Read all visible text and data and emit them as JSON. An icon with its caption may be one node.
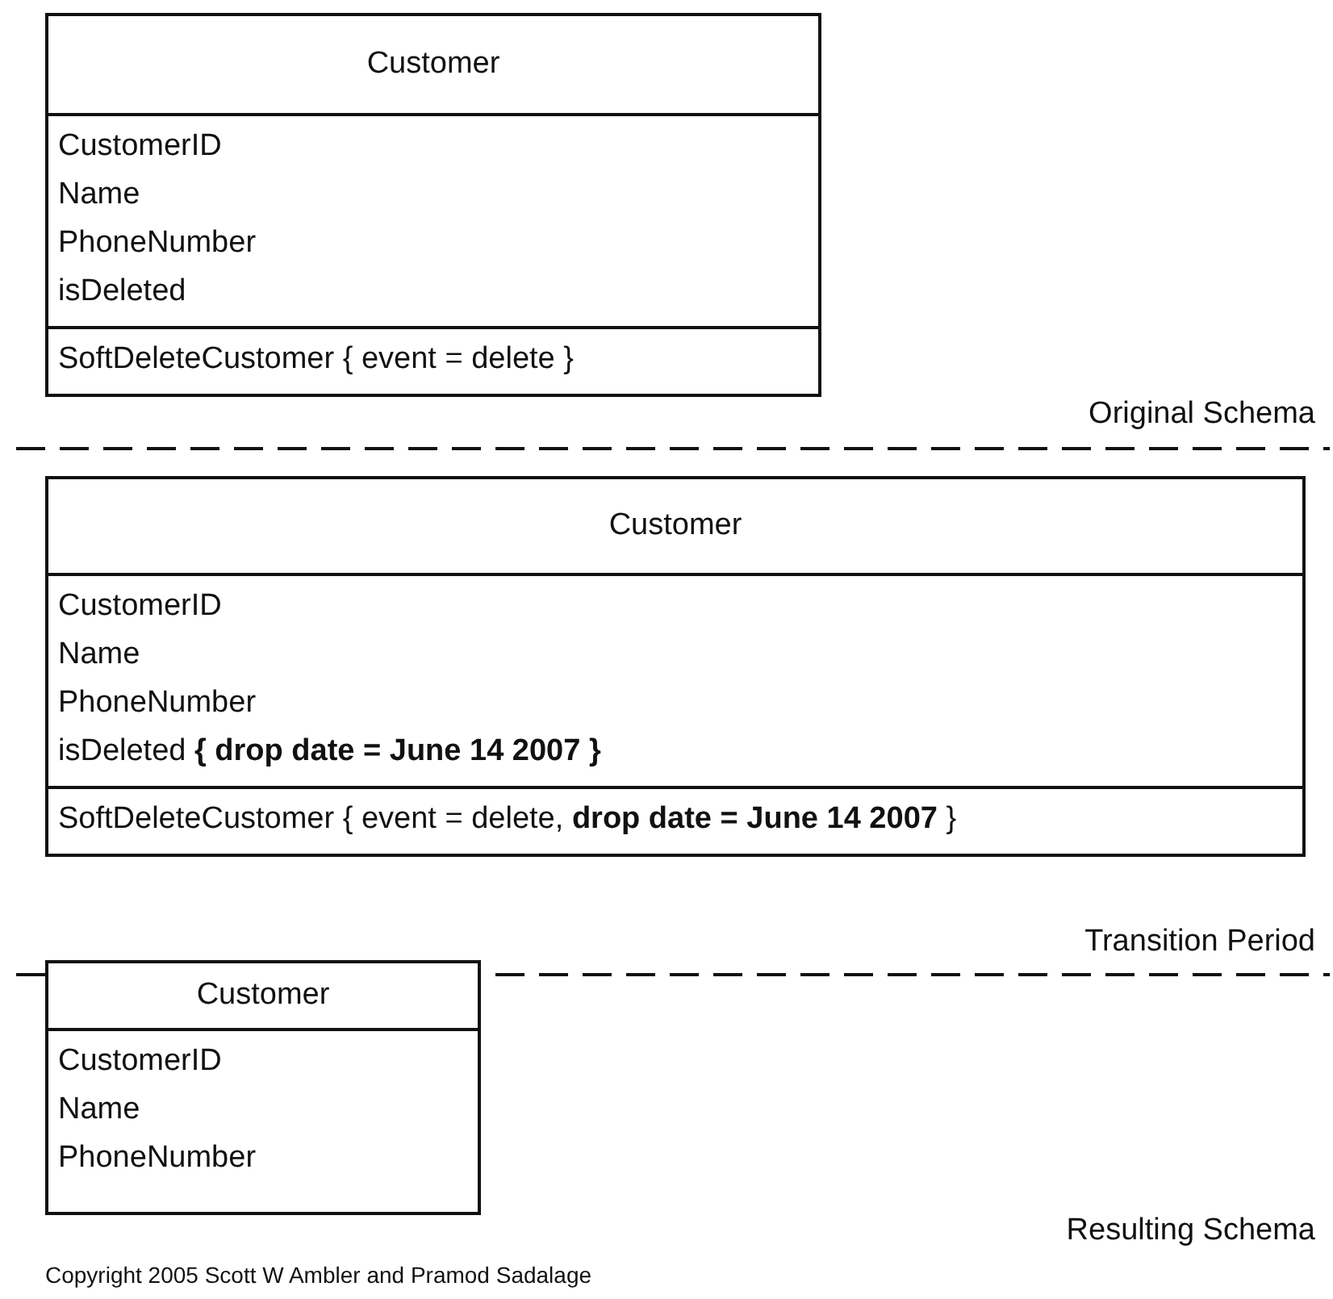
{
  "diagram": {
    "nodes": [
      {
        "text": [
          "Customer",
          "CustomerID",
          "Name",
          "PhoneNumber",
          "isDeleted",
          "SoftDeleteCustomer { event = delete }"
        ]
      },
      {
        "text": [
          "Customer",
          "CustomerID",
          "Name",
          "PhoneNumber",
          "isDeleted **{ drop date = June 14 2007 }**",
          "SoftDeleteCustomer { event = delete, **drop date = June 14 2007** }"
        ]
      },
      {
        "text": [
          "Customer",
          "CustomerID",
          "Name",
          "PhoneNumber"
        ]
      }
    ],
    "labels": [
      "Original Schema",
      "Transition Period",
      "Resulting Schema",
      "Copyright 2005 Scott W Ambler and Pramod Sadalage"
    ]
  }
}
